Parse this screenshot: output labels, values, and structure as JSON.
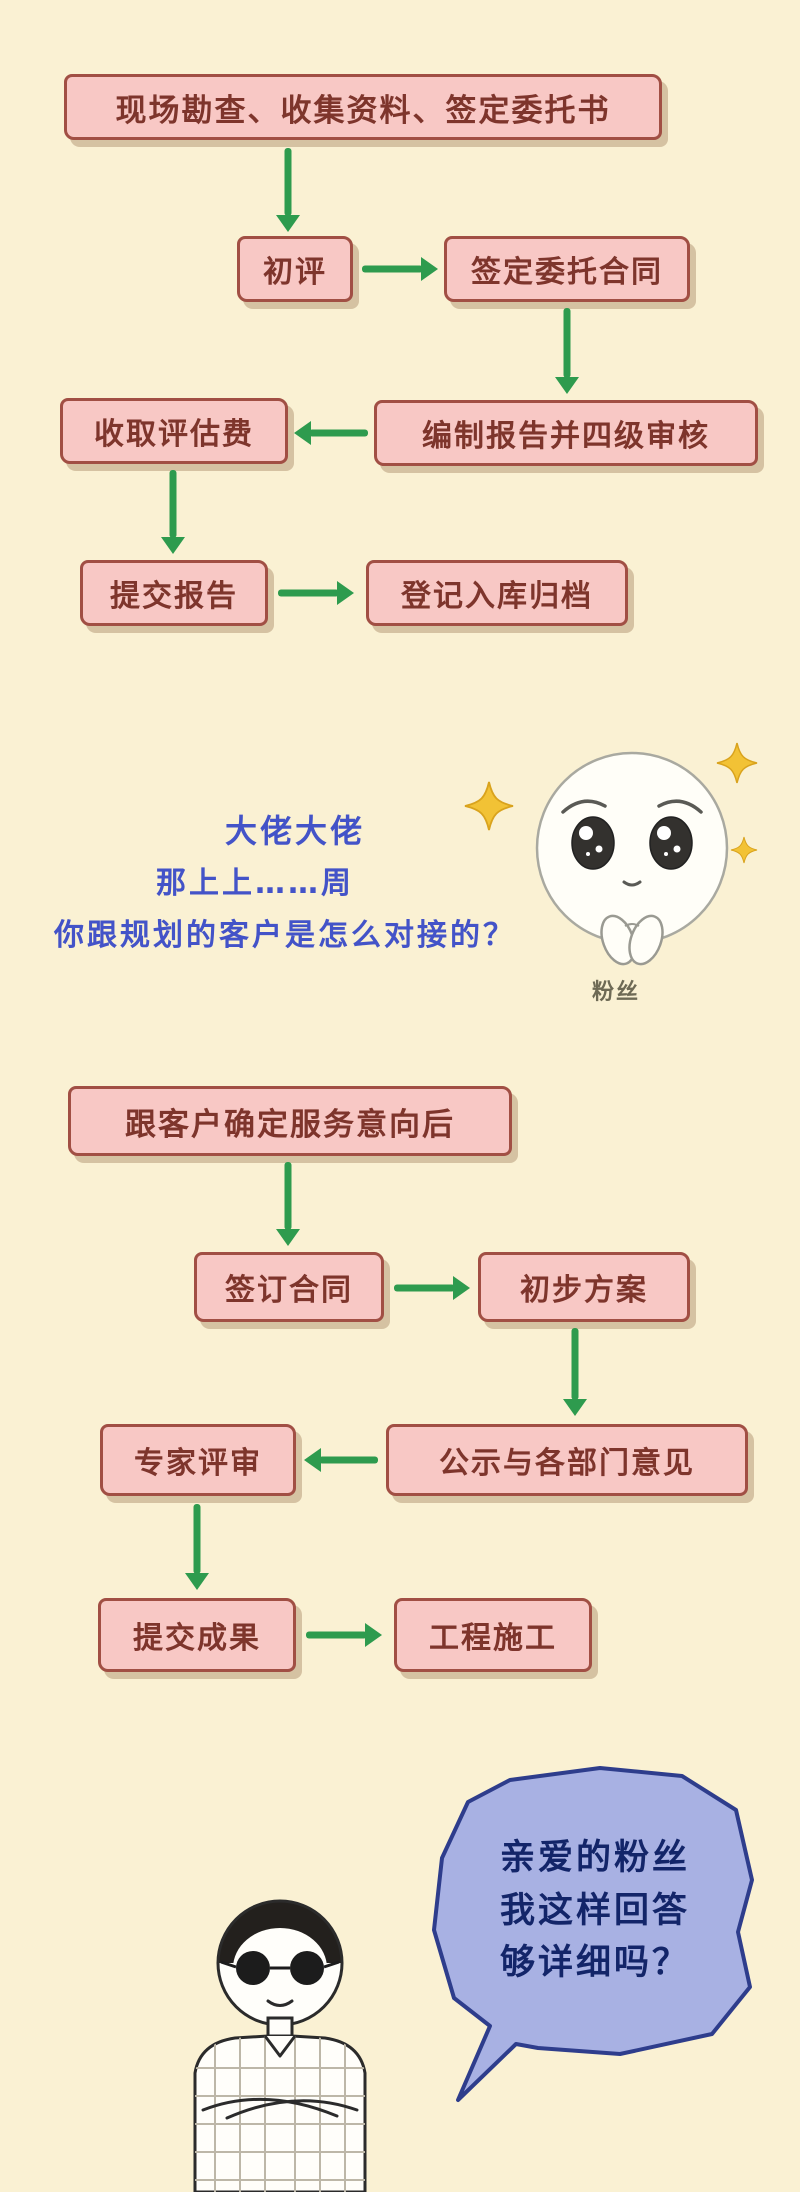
{
  "flow1": {
    "nodes": {
      "survey": "现场勘查、收集资料、签定委托书",
      "initial_review": "初评",
      "sign_commission": "签定委托合同",
      "report_audit": "编制报告并四级审核",
      "collect_fee": "收取评估费",
      "submit_report": "提交报告",
      "archive": "登记入库归档"
    }
  },
  "fan": {
    "question_line1": "大佬大佬",
    "question_line2": "那上上……周",
    "question_line3": "你跟规划的客户是怎么对接的？",
    "caption": "粉丝"
  },
  "flow2": {
    "nodes": {
      "confirm_intent": "跟客户确定服务意向后",
      "sign_contract": "签订合同",
      "draft_plan": "初步方案",
      "publicity": "公示与各部门意见",
      "expert_review": "专家评审",
      "submit_results": "提交成果",
      "construction": "工程施工"
    }
  },
  "reply": {
    "line1": "亲爱的粉丝",
    "line2": "我这样回答",
    "line3": "够详细吗？"
  },
  "icons": {
    "sparkle": "four-point-star",
    "fan_face": "pleading-cute-face",
    "man": "man-with-round-sunglasses"
  },
  "colors": {
    "background": "#FAF1D3",
    "box_fill": "#F8C8C5",
    "box_border": "#A14F44",
    "box_text": "#7E352C",
    "arrow": "#2E9B4E",
    "question_text": "#4353C8",
    "bubble_fill": "#A8B1E3",
    "bubble_border": "#2E3D8C",
    "bubble_text": "#132569",
    "sparkle": "#F2C235"
  }
}
